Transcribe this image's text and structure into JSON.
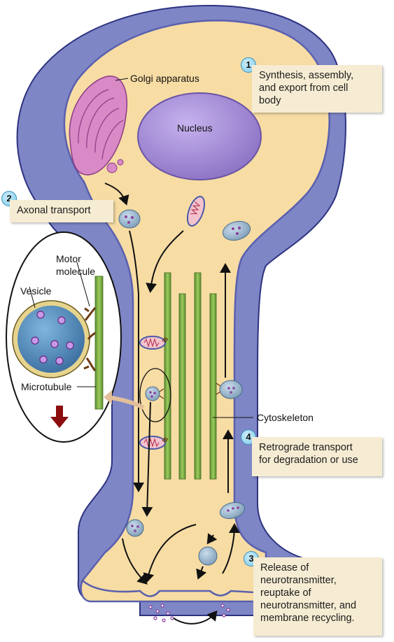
{
  "labels": {
    "golgi": "Golgi apparatus",
    "nucleus": "Nucleus",
    "motor_line1": "Motor",
    "motor_line2": "molecule",
    "vesicle": "Vesicle",
    "microtubule": "Microtubule",
    "cytoskeleton": "Cytoskeleton"
  },
  "steps": [
    {
      "number": "1",
      "text": "Synthesis, assembly,\nand export from cell\nbody"
    },
    {
      "number": "2",
      "text": "Axonal transport"
    },
    {
      "number": "3",
      "text": "Release of\nneurotransmitter,\nreuptake of\nneurotransmitter, and\nmembrane recycling."
    },
    {
      "number": "4",
      "text": "Retrograde transport\nfor degradation or use"
    }
  ],
  "colors": {
    "membrane_outer": "#4a4f9e",
    "membrane_fill": "#7e86c6",
    "cytoplasm": "#f7dca4",
    "nucleus": "#a48cd6",
    "golgi": "#d889c6",
    "microtubule": "#7fae47",
    "vesicle": "#8aa9c4",
    "callout_bg": "#f6ecd3",
    "badge": "#7cc8ea",
    "release_arrow": "#8b0d0d"
  }
}
